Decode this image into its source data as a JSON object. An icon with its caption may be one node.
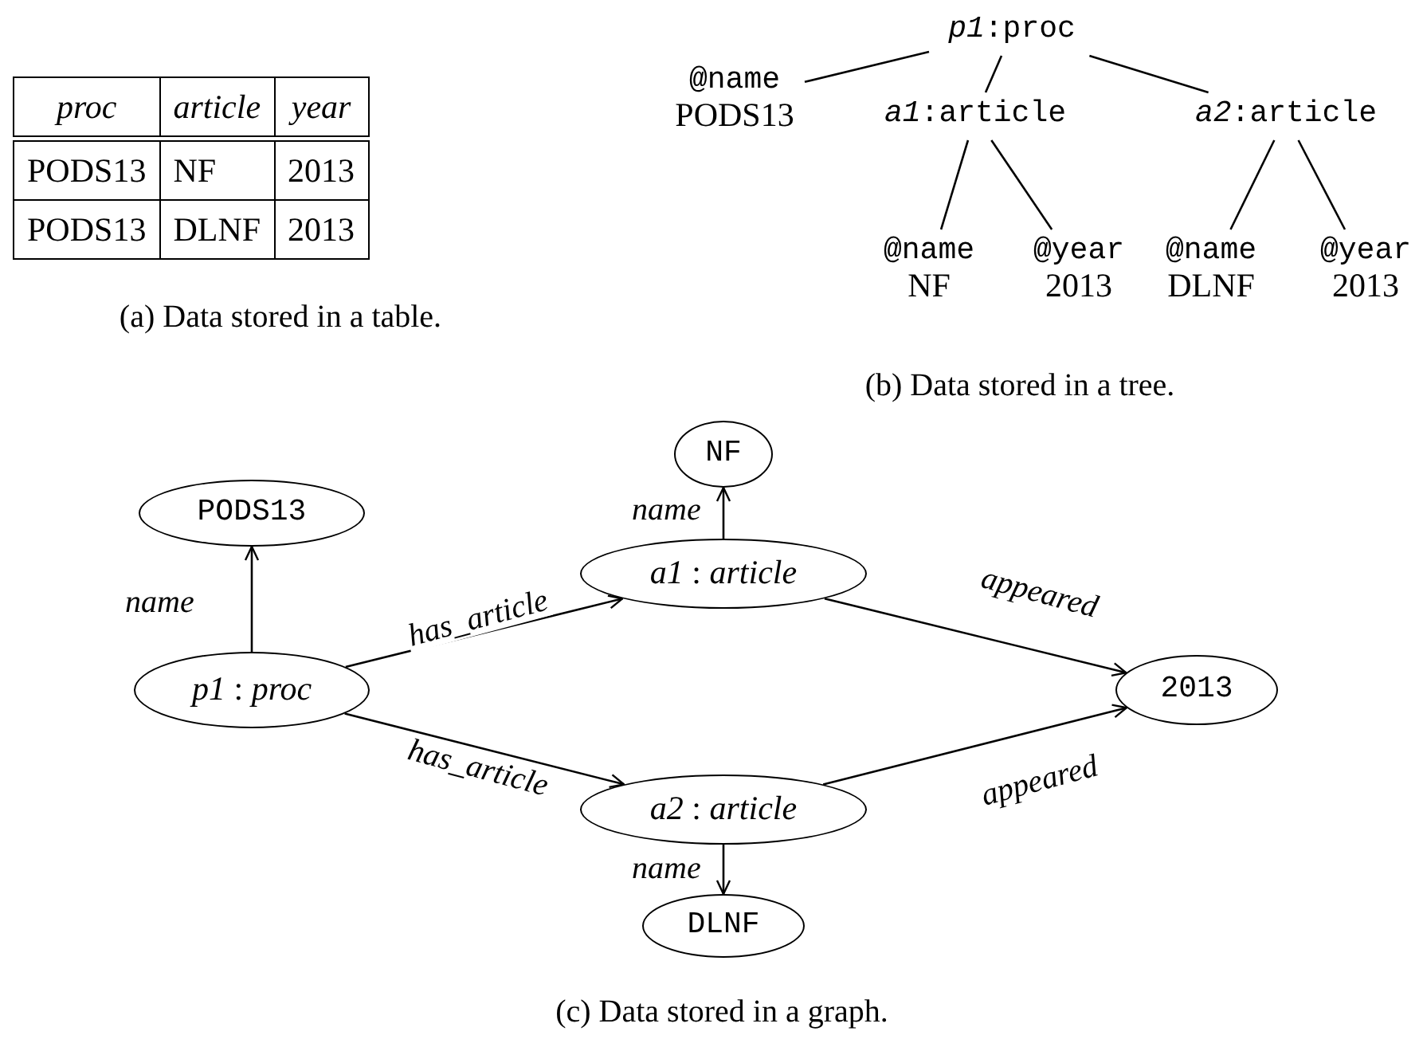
{
  "diagram": {
    "nodes": [
      {
        "text": [
          "*p1*:proc"
        ]
      },
      {
        "text": [
          "@name",
          "PODS13"
        ]
      },
      {
        "text": [
          "*a1*:article"
        ]
      },
      {
        "text": [
          "*a2*:article"
        ]
      },
      {
        "text": [
          "@name",
          "NF"
        ]
      },
      {
        "text": [
          "@year",
          "2013"
        ]
      },
      {
        "text": [
          "@name",
          "DLNF"
        ]
      },
      {
        "text": [
          "@year",
          "2013"
        ]
      },
      {
        "text": [
          "NF"
        ]
      },
      {
        "text": [
          "PODS13"
        ]
      },
      {
        "text": [
          "*a1* : *article*"
        ]
      },
      {
        "text": [
          "*p1* : *proc*"
        ]
      },
      {
        "text": [
          "2013"
        ]
      },
      {
        "text": [
          "*a2* : *article*"
        ]
      },
      {
        "text": [
          "DLNF"
        ]
      }
    ],
    "edges": [
      {
        "from": 0,
        "to": 1,
        "arrow": "none"
      },
      {
        "from": 0,
        "to": 2,
        "arrow": "none"
      },
      {
        "from": 0,
        "to": 3,
        "arrow": "none"
      },
      {
        "from": 2,
        "to": 4,
        "arrow": "none"
      },
      {
        "from": 2,
        "to": 5,
        "arrow": "none"
      },
      {
        "from": 3,
        "to": 6,
        "arrow": "none"
      },
      {
        "from": 3,
        "to": 7,
        "arrow": "none"
      },
      {
        "from": 11,
        "to": 9,
        "arrow": "to",
        "label": "name"
      },
      {
        "from": 11,
        "to": 10,
        "arrow": "to",
        "label": "has_article"
      },
      {
        "from": 11,
        "to": 13,
        "arrow": "to",
        "label": "has_article"
      },
      {
        "from": 10,
        "to": 8,
        "arrow": "to",
        "label": "name"
      },
      {
        "from": 10,
        "to": 12,
        "arrow": "to",
        "label": "appeared"
      },
      {
        "from": 13,
        "to": 12,
        "arrow": "to",
        "label": "appeared"
      },
      {
        "from": 13,
        "to": 14,
        "arrow": "to",
        "label": "name"
      }
    ],
    "labels": [
      "proc",
      "article",
      "year",
      "PODS13",
      "NF",
      "2013",
      "PODS13",
      "DLNF",
      "2013",
      "(a) Data stored in a table.",
      "(b) Data stored in a tree.",
      "(c) Data stored in a graph."
    ]
  }
}
